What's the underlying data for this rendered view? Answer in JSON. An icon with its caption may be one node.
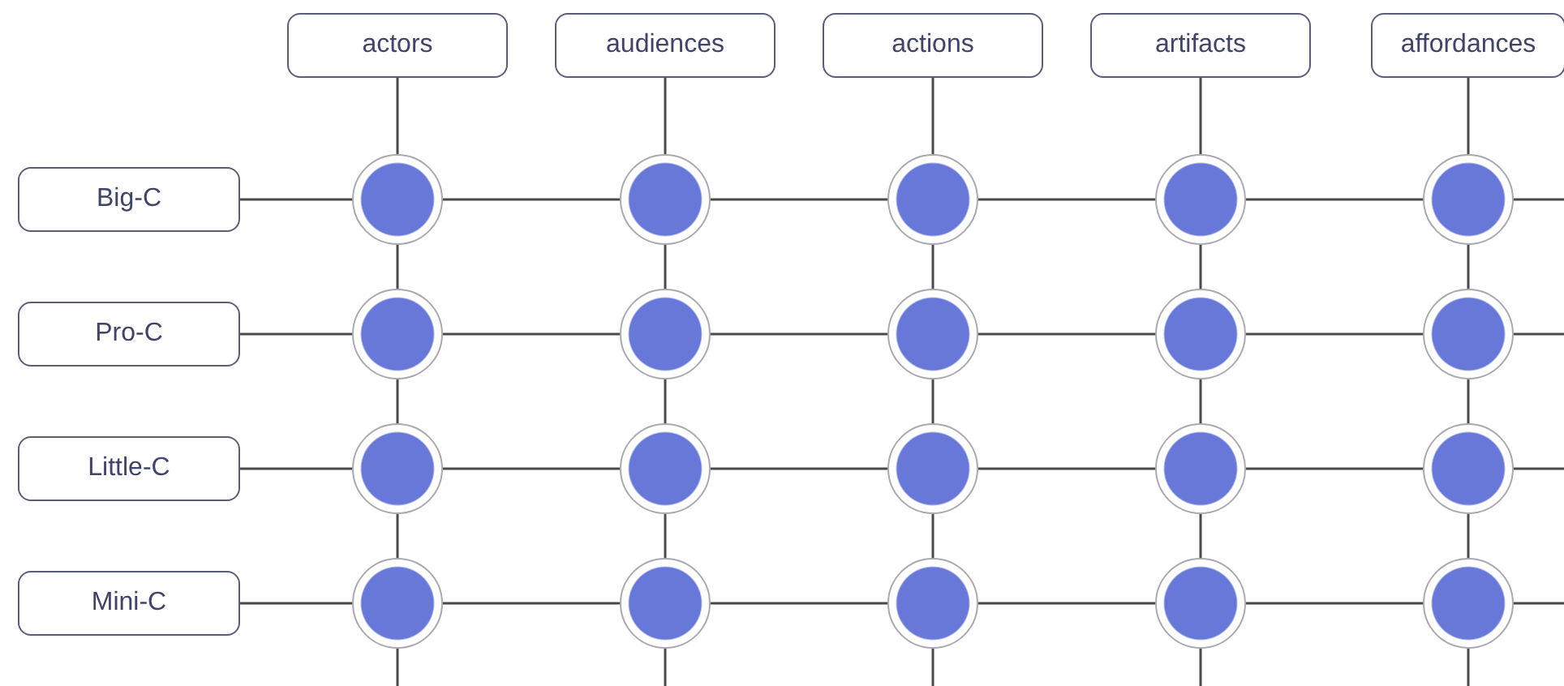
{
  "diagram": {
    "nodes": [
      {
        "text": [
          "actors"
        ]
      },
      {
        "text": [
          "audiences"
        ]
      },
      {
        "text": [
          "actions"
        ]
      },
      {
        "text": [
          "artifacts"
        ]
      },
      {
        "text": [
          "affordances"
        ]
      },
      {
        "text": [
          "Big-C"
        ]
      },
      {
        "text": [
          "Pro-C"
        ]
      },
      {
        "text": [
          "Little-C"
        ]
      },
      {
        "text": [
          "Mini-C"
        ]
      },
      {
        "text": [],
        "shape": "circle"
      },
      {
        "text": [],
        "shape": "circle"
      },
      {
        "text": [],
        "shape": "circle"
      },
      {
        "text": [],
        "shape": "circle"
      },
      {
        "text": [],
        "shape": "circle"
      },
      {
        "text": [],
        "shape": "circle"
      },
      {
        "text": [],
        "shape": "circle"
      },
      {
        "text": [],
        "shape": "circle"
      },
      {
        "text": [],
        "shape": "circle"
      },
      {
        "text": [],
        "shape": "circle"
      },
      {
        "text": [],
        "shape": "circle"
      },
      {
        "text": [],
        "shape": "circle"
      },
      {
        "text": [],
        "shape": "circle"
      },
      {
        "text": [],
        "shape": "circle"
      },
      {
        "text": [],
        "shape": "circle"
      },
      {
        "text": [],
        "shape": "circle"
      },
      {
        "text": [],
        "shape": "circle"
      },
      {
        "text": [],
        "shape": "circle"
      },
      {
        "text": [],
        "shape": "circle"
      },
      {
        "text": [],
        "shape": "circle"
      }
    ],
    "edges": [
      {
        "from": 0,
        "to": 9,
        "arrow": "none"
      },
      {
        "from": 9,
        "to": 14,
        "arrow": "none"
      },
      {
        "from": 14,
        "to": 19,
        "arrow": "none"
      },
      {
        "from": 19,
        "to": 24,
        "arrow": "none"
      },
      {
        "from": 24,
        "to": null,
        "arrow": "none"
      },
      {
        "from": 1,
        "to": 10,
        "arrow": "none"
      },
      {
        "from": 10,
        "to": 15,
        "arrow": "none"
      },
      {
        "from": 15,
        "to": 20,
        "arrow": "none"
      },
      {
        "from": 20,
        "to": 25,
        "arrow": "none"
      },
      {
        "from": 25,
        "to": null,
        "arrow": "none"
      },
      {
        "from": 2,
        "to": 11,
        "arrow": "none"
      },
      {
        "from": 11,
        "to": 16,
        "arrow": "none"
      },
      {
        "from": 16,
        "to": 21,
        "arrow": "none"
      },
      {
        "from": 21,
        "to": 26,
        "arrow": "none"
      },
      {
        "from": 26,
        "to": null,
        "arrow": "none"
      },
      {
        "from": 3,
        "to": 12,
        "arrow": "none"
      },
      {
        "from": 12,
        "to": 17,
        "arrow": "none"
      },
      {
        "from": 17,
        "to": 22,
        "arrow": "none"
      },
      {
        "from": 22,
        "to": 27,
        "arrow": "none"
      },
      {
        "from": 27,
        "to": null,
        "arrow": "none"
      },
      {
        "from": 4,
        "to": 13,
        "arrow": "none"
      },
      {
        "from": 13,
        "to": 18,
        "arrow": "none"
      },
      {
        "from": 18,
        "to": 23,
        "arrow": "none"
      },
      {
        "from": 23,
        "to": 28,
        "arrow": "none"
      },
      {
        "from": 28,
        "to": null,
        "arrow": "none"
      },
      {
        "from": 5,
        "to": 9,
        "arrow": "none"
      },
      {
        "from": 9,
        "to": 10,
        "arrow": "none"
      },
      {
        "from": 10,
        "to": 11,
        "arrow": "none"
      },
      {
        "from": 11,
        "to": 12,
        "arrow": "none"
      },
      {
        "from": 12,
        "to": 13,
        "arrow": "none"
      },
      {
        "from": 13,
        "to": null,
        "arrow": "none"
      },
      {
        "from": 6,
        "to": 14,
        "arrow": "none"
      },
      {
        "from": 14,
        "to": 15,
        "arrow": "none"
      },
      {
        "from": 15,
        "to": 16,
        "arrow": "none"
      },
      {
        "from": 16,
        "to": 17,
        "arrow": "none"
      },
      {
        "from": 17,
        "to": 18,
        "arrow": "none"
      },
      {
        "from": 18,
        "to": null,
        "arrow": "none"
      },
      {
        "from": 7,
        "to": 19,
        "arrow": "none"
      },
      {
        "from": 19,
        "to": 20,
        "arrow": "none"
      },
      {
        "from": 20,
        "to": 21,
        "arrow": "none"
      },
      {
        "from": 21,
        "to": 22,
        "arrow": "none"
      },
      {
        "from": 22,
        "to": 23,
        "arrow": "none"
      },
      {
        "from": 23,
        "to": null,
        "arrow": "none"
      },
      {
        "from": 8,
        "to": 24,
        "arrow": "none"
      },
      {
        "from": 24,
        "to": 25,
        "arrow": "none"
      },
      {
        "from": 25,
        "to": 26,
        "arrow": "none"
      },
      {
        "from": 26,
        "to": 27,
        "arrow": "none"
      },
      {
        "from": 27,
        "to": 28,
        "arrow": "none"
      },
      {
        "from": 28,
        "to": null,
        "arrow": "none"
      }
    ]
  }
}
